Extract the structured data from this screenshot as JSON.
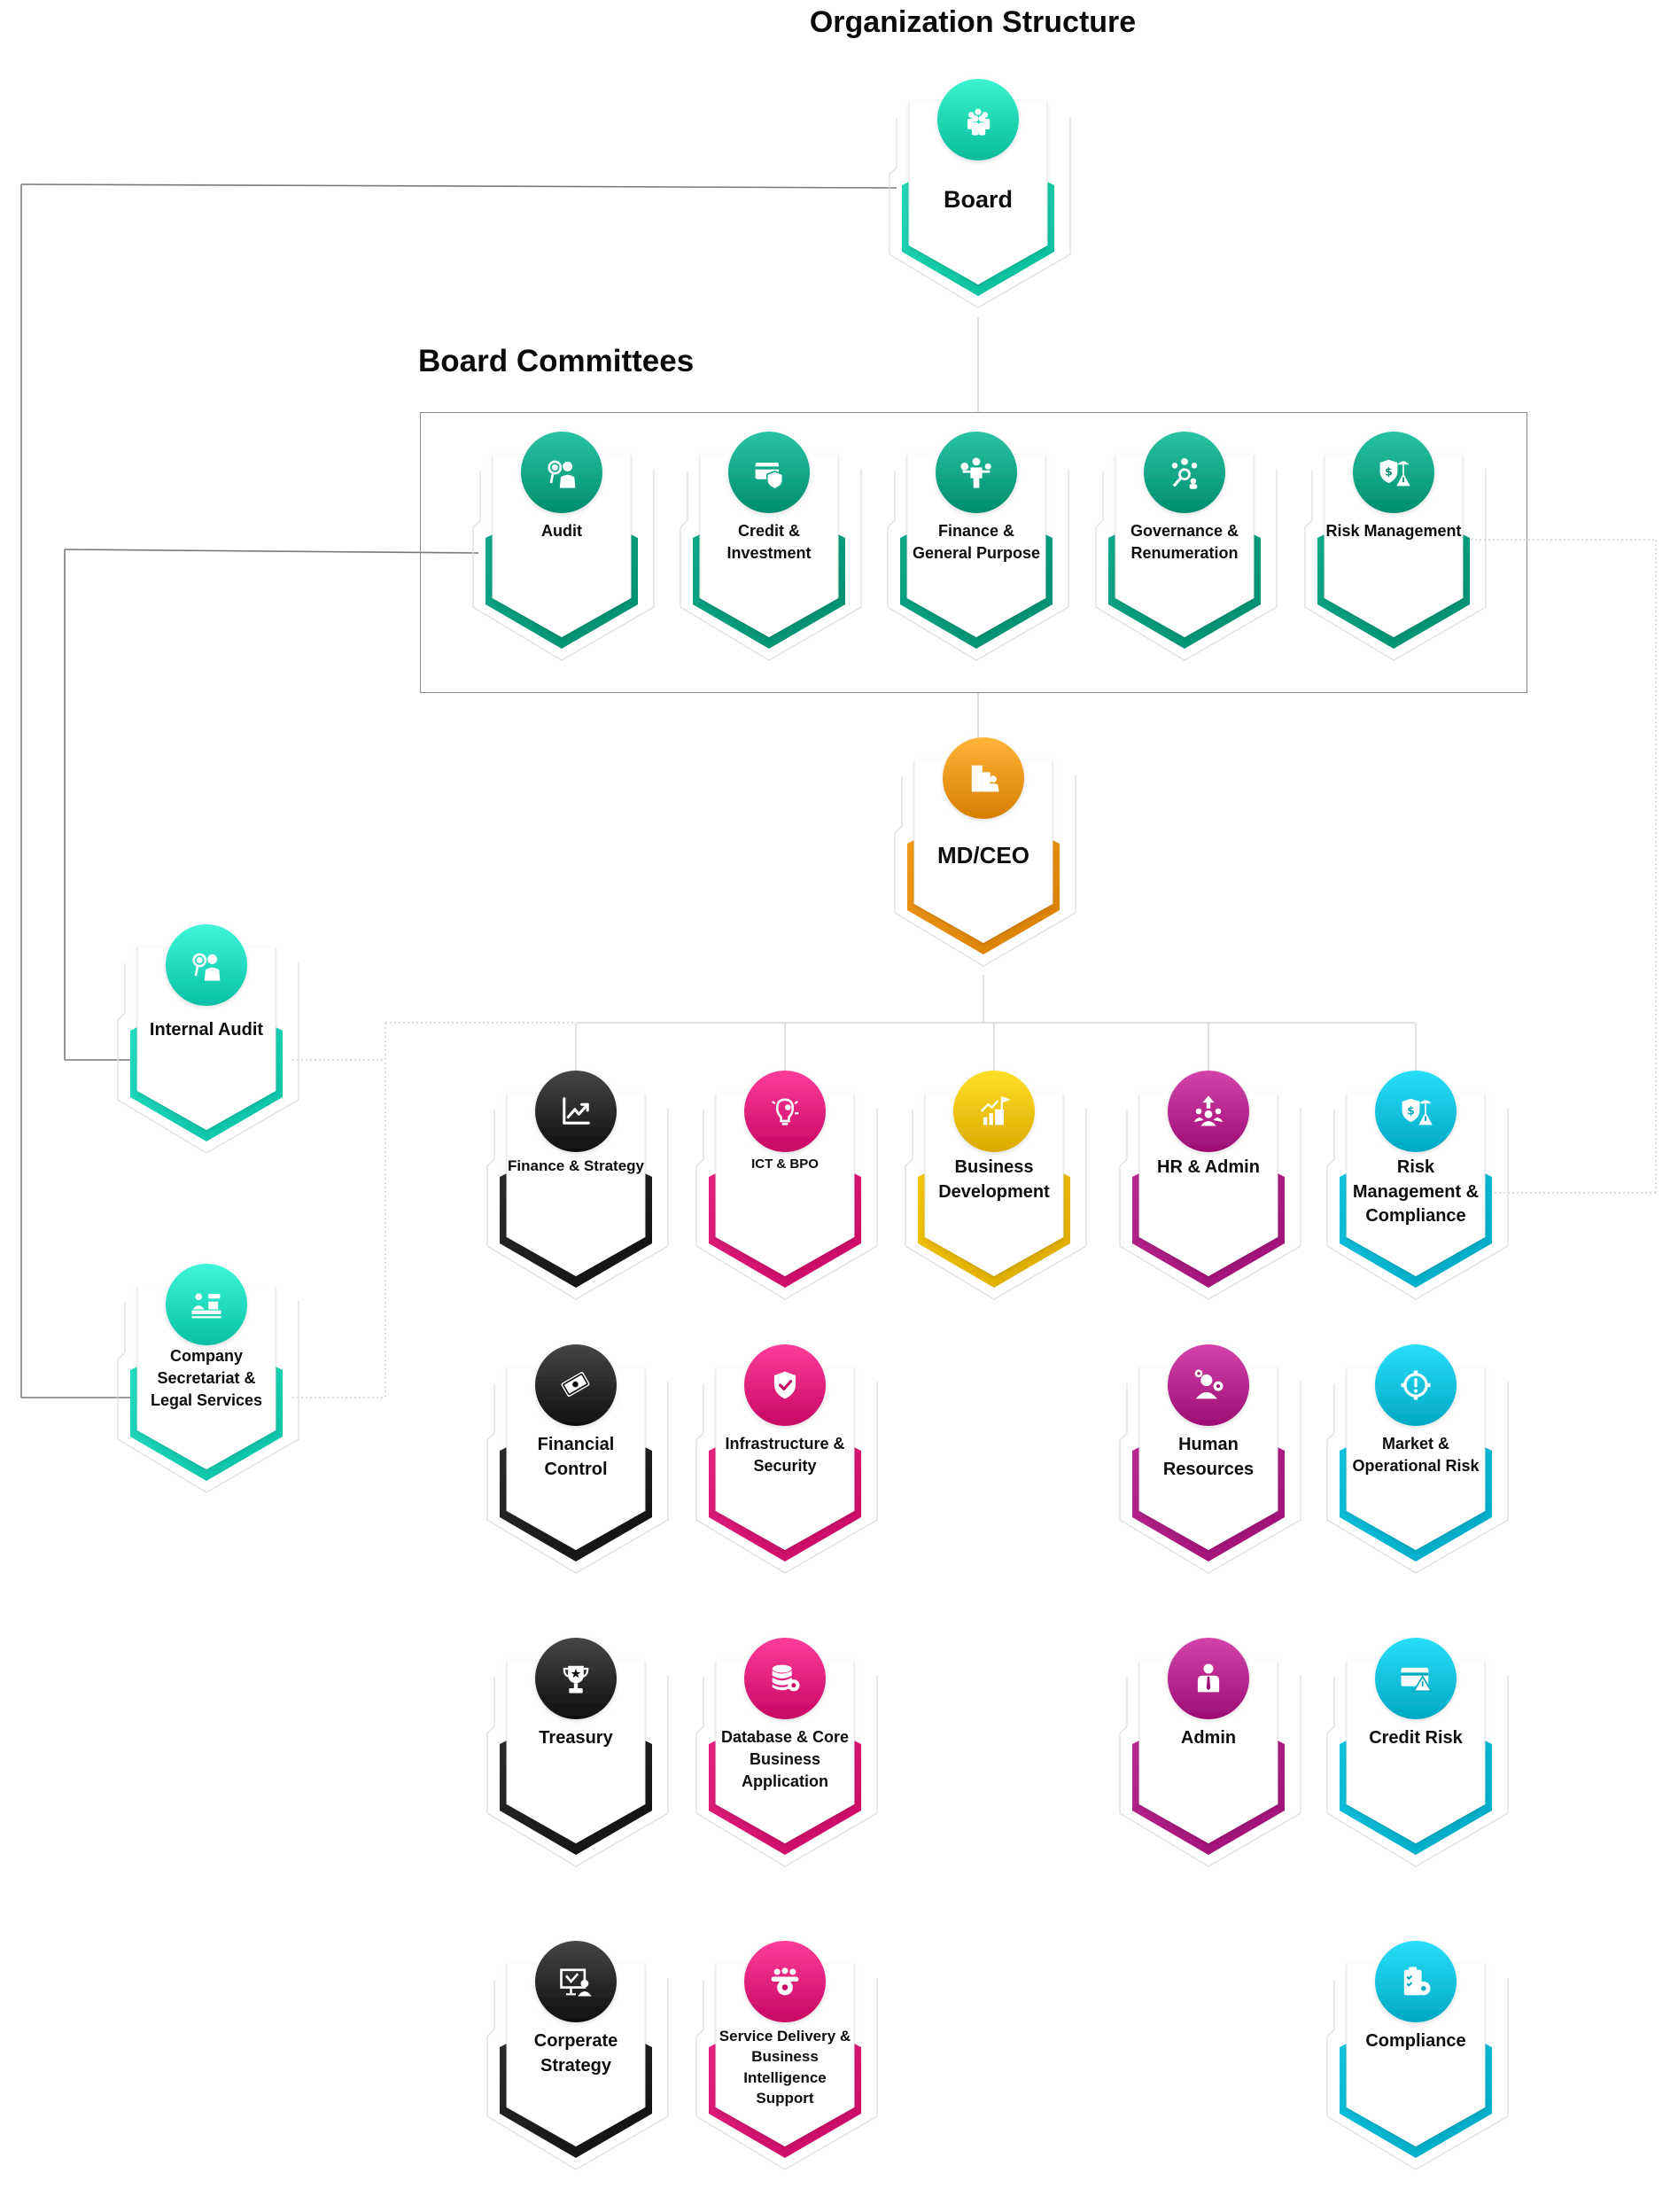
{
  "page": {
    "title": "Organization Structure",
    "committees_heading": "Board Committees"
  },
  "colors": {
    "board": "#22d8b5",
    "committee": "#0fa98a",
    "ceo": "#f39a1e",
    "left_units": "#24dcc0",
    "finance": "#2b2b2b",
    "ict": "#e3237f",
    "business": "#f6c50f",
    "hr": "#b9298f",
    "risk": "#10c4e0"
  },
  "board": {
    "label": "Board",
    "icon": "people-group-icon",
    "color_key": "board"
  },
  "committees": [
    {
      "label": "Audit",
      "icon": "auditor-icon"
    },
    {
      "label": "Credit & Investment",
      "icon": "credit-card-shield-icon"
    },
    {
      "label": "Finance & General Purpose",
      "icon": "person-balance-money-icon"
    },
    {
      "label": "Governance & Renumeration",
      "icon": "team-search-icon"
    },
    {
      "label": "Risk Management",
      "icon": "shield-umbrella-warning-icon"
    }
  ],
  "ceo": {
    "label": "MD/CEO",
    "icon": "office-building-person-icon"
  },
  "left_units": [
    {
      "label": "Internal Audit",
      "icon": "auditor-icon"
    },
    {
      "label": "Company Secretariat & Legal Services",
      "icon": "reception-desk-icon"
    }
  ],
  "departments": [
    {
      "color_key": "finance",
      "head": {
        "label": "Finance & Strategy",
        "icon": "line-chart-up-icon"
      },
      "units": [
        {
          "label": "Financial Control",
          "icon": "money-bills-icon"
        },
        {
          "label": "Treasury",
          "icon": "trophy-star-icon"
        },
        {
          "label": "Corperate Strategy",
          "icon": "presentation-board-icon"
        }
      ]
    },
    {
      "color_key": "ict",
      "head": {
        "label": "ICT & BPO",
        "icon": "lightbulb-gears-icon"
      },
      "units": [
        {
          "label": "Infrastructure & Security",
          "icon": "shield-check-icon"
        },
        {
          "label": "Database & Core Business Application",
          "icon": "database-gear-icon"
        },
        {
          "label": "Service Delivery & Business Intelligence Support",
          "icon": "team-gear-icon"
        }
      ]
    },
    {
      "color_key": "business",
      "head": {
        "label": "Business Development",
        "icon": "growth-flag-icon"
      },
      "units": []
    },
    {
      "color_key": "hr",
      "head": {
        "label": "HR & Admin",
        "icon": "people-arrow-up-icon"
      },
      "units": [
        {
          "label": "Human Resources",
          "icon": "person-gears-icon"
        },
        {
          "label": "Admin",
          "icon": "businessman-icon"
        }
      ]
    },
    {
      "color_key": "risk",
      "head": {
        "label": "Risk Management & Compliance",
        "icon": "shield-umbrella-warning-icon"
      },
      "units": [
        {
          "label": "Market & Operational Risk",
          "icon": "gear-alert-icon"
        },
        {
          "label": "Credit Risk",
          "icon": "credit-card-warning-icon"
        },
        {
          "label": "Compliance",
          "icon": "clipboard-gear-icon"
        }
      ]
    }
  ]
}
